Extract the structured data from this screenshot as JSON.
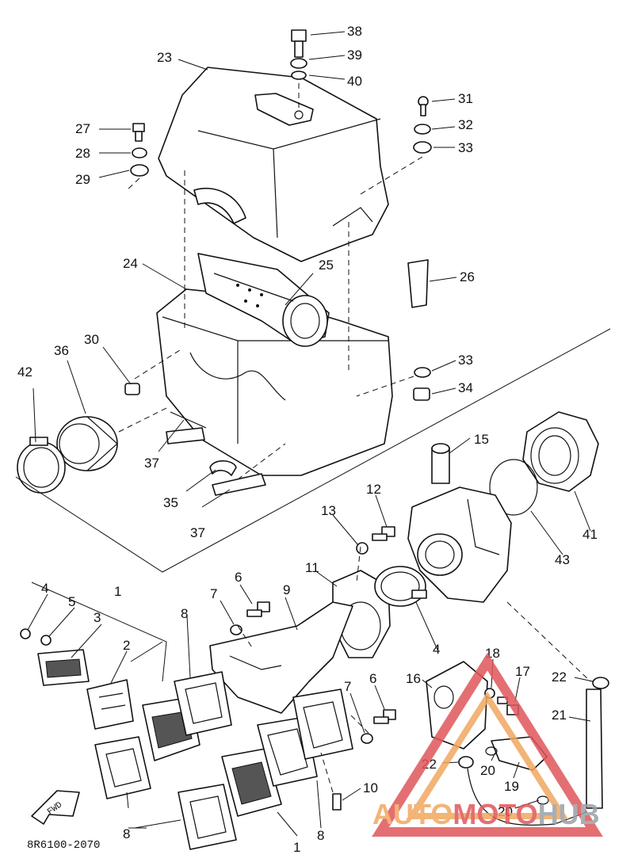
{
  "diagram_code": "8R6100-2070",
  "fwd_label": "FWD",
  "callouts": {
    "c38": "38",
    "c39": "39",
    "c40": "40",
    "c23": "23",
    "c31": "31",
    "c32": "32",
    "c33a": "33",
    "c27": "27",
    "c28": "28",
    "c29": "29",
    "c24": "24",
    "c25": "25",
    "c26": "26",
    "c30": "30",
    "c36": "36",
    "c42": "42",
    "c33b": "33",
    "c34": "34",
    "c37a": "37",
    "c15": "15",
    "c35": "35",
    "c37b": "37",
    "c12": "12",
    "c13": "13",
    "c41": "41",
    "c43": "43",
    "c11": "11",
    "c4a": "4",
    "c5": "5",
    "c1a": "1",
    "c3": "3",
    "c7a": "7",
    "c6a": "6",
    "c9": "9",
    "c8a": "8",
    "c2": "2",
    "c4b": "4",
    "c18": "18",
    "c16": "16",
    "c17": "17",
    "c22a": "22",
    "c7b": "7",
    "c6b": "6",
    "c21": "21",
    "c22b": "22",
    "c20a": "20",
    "c19": "19",
    "c20b": "20",
    "c10": "10",
    "c8b": "8",
    "c8c": "8",
    "c1b": "1"
  },
  "watermark": {
    "word_a": "AUTO",
    "word_b": "MOTO",
    "word_c": "HUB",
    "color_a": "#f0a860",
    "color_b": "#e0575b",
    "color_c": "#9aa0a6"
  }
}
